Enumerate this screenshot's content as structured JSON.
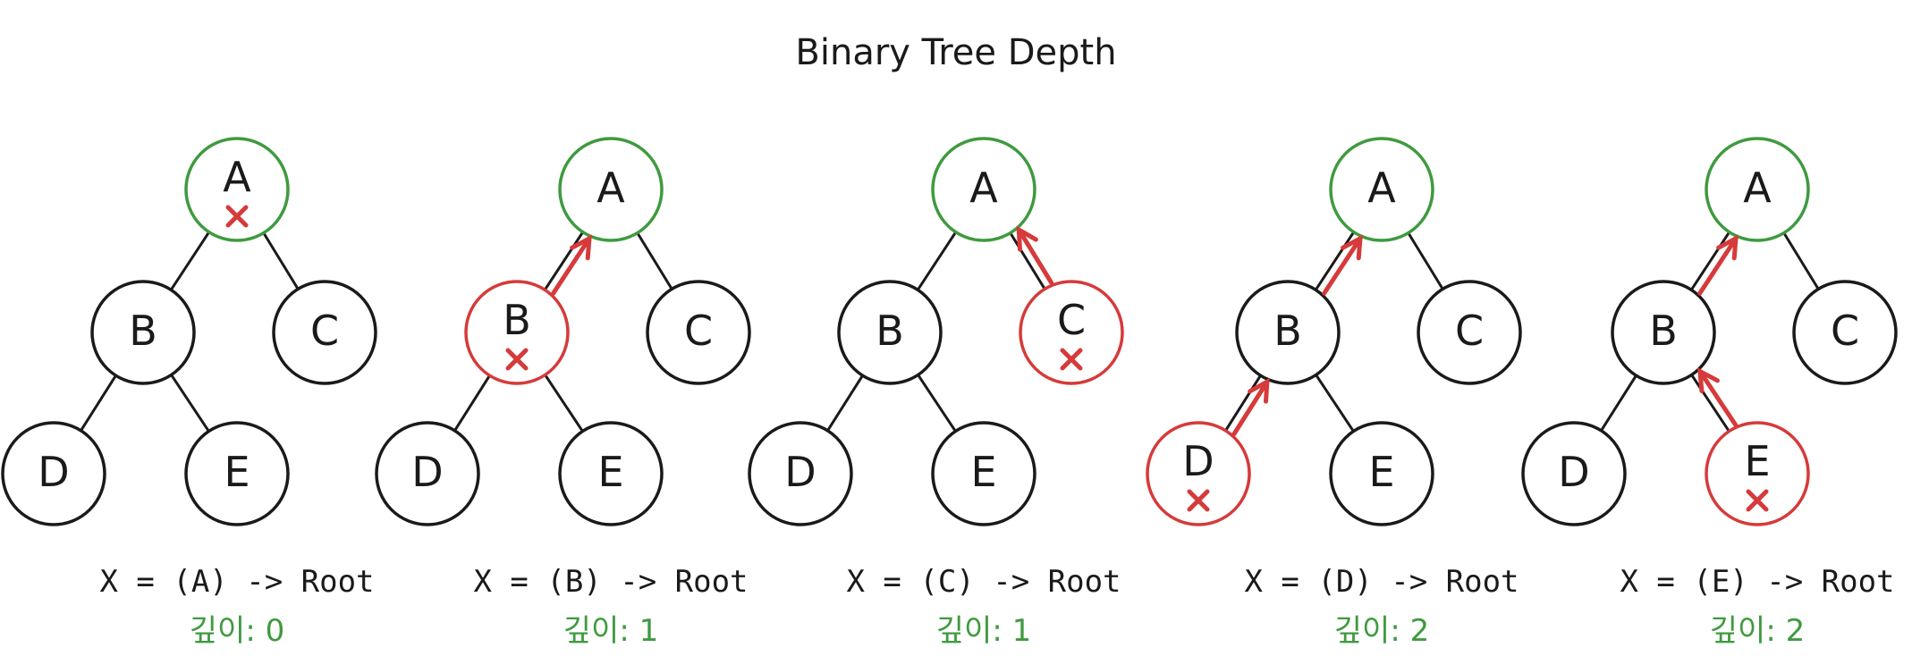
{
  "title": "Binary Tree Depth",
  "colors": {
    "ink": "#1a1a1a",
    "green": "#3f9a3f",
    "red": "#d63a3a"
  },
  "icons": {
    "cross": "cross-mark-icon",
    "arrow": "arrow-up-icon"
  },
  "panels": [
    {
      "target": "A",
      "caption": "X = (A)  ->  Root",
      "depth": "깊이: 0",
      "path": []
    },
    {
      "target": "B",
      "caption": "X = (B)  ->  Root",
      "depth": "깊이: 1",
      "path": [
        [
          "B",
          "A"
        ]
      ]
    },
    {
      "target": "C",
      "caption": "X = (C)  ->  Root",
      "depth": "깊이: 1",
      "path": [
        [
          "C",
          "A"
        ]
      ]
    },
    {
      "target": "D",
      "caption": "X = (D)  ->  Root",
      "depth": "깊이: 2",
      "path": [
        [
          "D",
          "B"
        ],
        [
          "B",
          "A"
        ]
      ]
    },
    {
      "target": "E",
      "caption": "X = (E)  ->  Root",
      "depth": "깊이: 2",
      "path": [
        [
          "E",
          "B"
        ],
        [
          "B",
          "A"
        ]
      ]
    }
  ],
  "nodes": [
    "A",
    "B",
    "C",
    "D",
    "E"
  ],
  "edges": [
    [
      "A",
      "B"
    ],
    [
      "A",
      "C"
    ],
    [
      "B",
      "D"
    ],
    [
      "B",
      "E"
    ]
  ]
}
